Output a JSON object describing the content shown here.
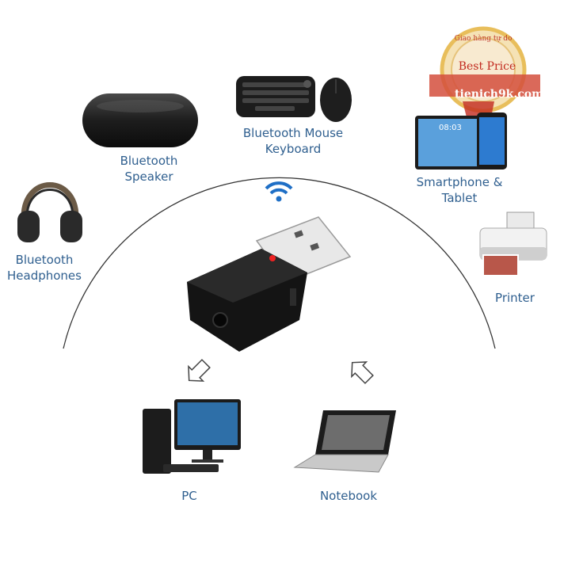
{
  "devices": {
    "speaker": "Bluetooth\nSpeaker",
    "mouse_keyboard": "Bluetooth Mouse\nKeyboard",
    "smartphone_tablet": "Smartphone &\nTablet",
    "headphones": "Bluetooth\nHeadphones",
    "printer": "Printer",
    "pc": "PC",
    "notebook": "Notebook",
    "tablet_clock": "08:03"
  },
  "badge": {
    "arc_text": "Giao hàng tự do",
    "ribbon_text": "Best Price",
    "site": "tienich9k.com"
  },
  "colors": {
    "label_blue": "#2f5f8f",
    "wifi_blue": "#1f6fc6",
    "badge_gold": "#e6b84a",
    "badge_red": "#c22a1f"
  }
}
